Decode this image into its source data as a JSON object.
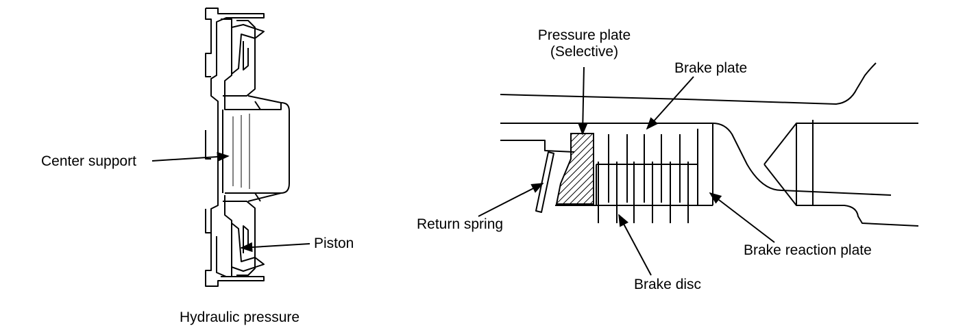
{
  "labels": {
    "center_support": "Center support",
    "piston": "Piston",
    "hydraulic_pressure": "Hydraulic pressure",
    "pressure_plate_line1": "Pressure plate",
    "pressure_plate_line2": "(Selective)",
    "brake_plate": "Brake plate",
    "return_spring": "Return spring",
    "brake_disc": "Brake disc",
    "brake_reaction_plate": "Brake reaction plate"
  },
  "colors": {
    "ink": "#000000",
    "paper": "#ffffff"
  }
}
